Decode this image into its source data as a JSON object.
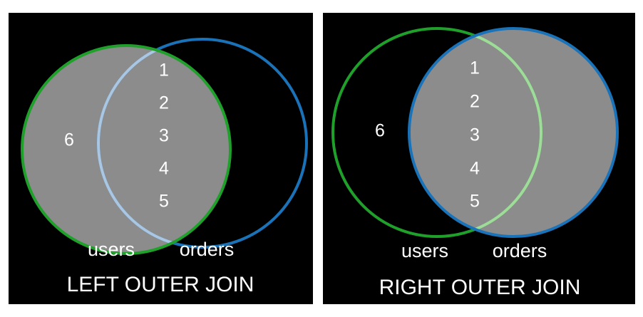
{
  "diagrams": [
    {
      "title": "LEFT OUTER JOIN",
      "left_set_label": "users",
      "right_set_label": "orders",
      "left_only_values": [
        "6"
      ],
      "intersection_values": [
        "1",
        "2",
        "3",
        "4",
        "5"
      ],
      "shaded": "left"
    },
    {
      "title": "RIGHT OUTER JOIN",
      "left_set_label": "users",
      "right_set_label": "orders",
      "left_only_values": [
        "6"
      ],
      "intersection_values": [
        "1",
        "2",
        "3",
        "4",
        "5"
      ],
      "shaded": "right"
    }
  ],
  "colors": {
    "background": "#000000",
    "fill": "#8c8c8c",
    "users_circle": "#1fa02a",
    "orders_circle": "#1a73b8",
    "overlap_edge_light_blue": "#a9c6e3",
    "overlap_edge_light_green": "#9fdc9a",
    "text": "#ffffff"
  }
}
